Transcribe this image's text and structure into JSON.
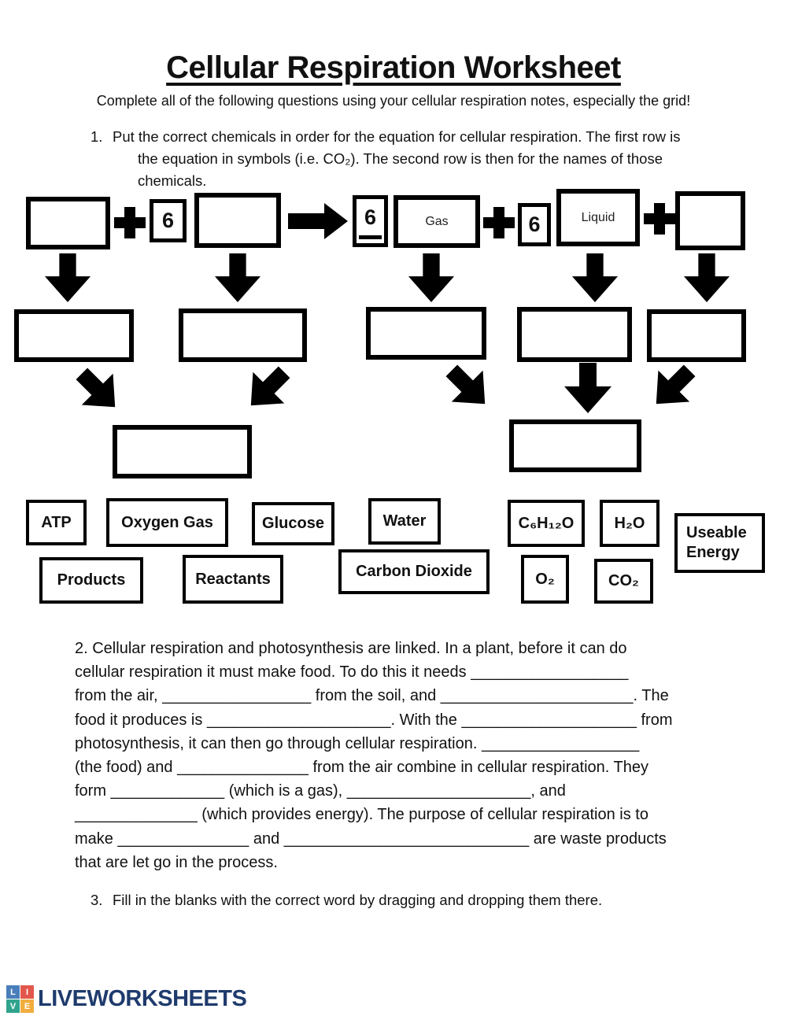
{
  "page": {
    "title": "Cellular Respiration Worksheet",
    "intro": "Complete all of the following questions using your cellular respiration notes, especially the grid!"
  },
  "q1": {
    "number": "1.",
    "lines": [
      "Put the correct chemicals in order for the equation for cellular respiration. The first row is",
      "the equation in symbols (i.e. CO₂). The second row is then for the names of those",
      "chemicals."
    ]
  },
  "equation": {
    "coeff_left": "6",
    "coeff_mid": "6",
    "coeff_right": "6",
    "gas_label": "Gas",
    "liquid_label": "Liquid"
  },
  "word_bank": {
    "row1": [
      "ATP",
      "Oxygen Gas",
      "Glucose",
      "Water",
      "C₆H₁₂O",
      "H₂O",
      "Useable Energy"
    ],
    "row2": [
      "Products",
      "Reactants",
      "Carbon Dioxide",
      "O₂",
      "CO₂"
    ]
  },
  "q2": {
    "lines": [
      "2.  Cellular respiration and photosynthesis are linked. In a plant, before it can do",
      "cellular respiration it must make food. To do this it needs __________________",
      "from the air, _________________ from the soil, and ______________________. The",
      "food it produces is _____________________. With the ____________________ from",
      "photosynthesis, it can then go through cellular respiration. __________________",
      "(the food) and _______________ from the air combine in cellular respiration. They",
      "form _____________ (which is a gas), _____________________, and",
      "______________ (which provides energy). The purpose of cellular respiration is to",
      "make _______________ and ____________________________ are waste products",
      "that are let go in the process."
    ]
  },
  "q3": {
    "number": "3.",
    "text": "Fill in the blanks with the correct word by dragging and dropping them there."
  },
  "footer": {
    "brand": "LIVEWORKSHEETS",
    "logo_letters": [
      "L",
      "I",
      "V",
      "E"
    ],
    "logo_colors": [
      "#4a7ebb",
      "#e2574c",
      "#31a38d",
      "#f0ad3e"
    ],
    "brand_color": "#1f3b6d"
  }
}
